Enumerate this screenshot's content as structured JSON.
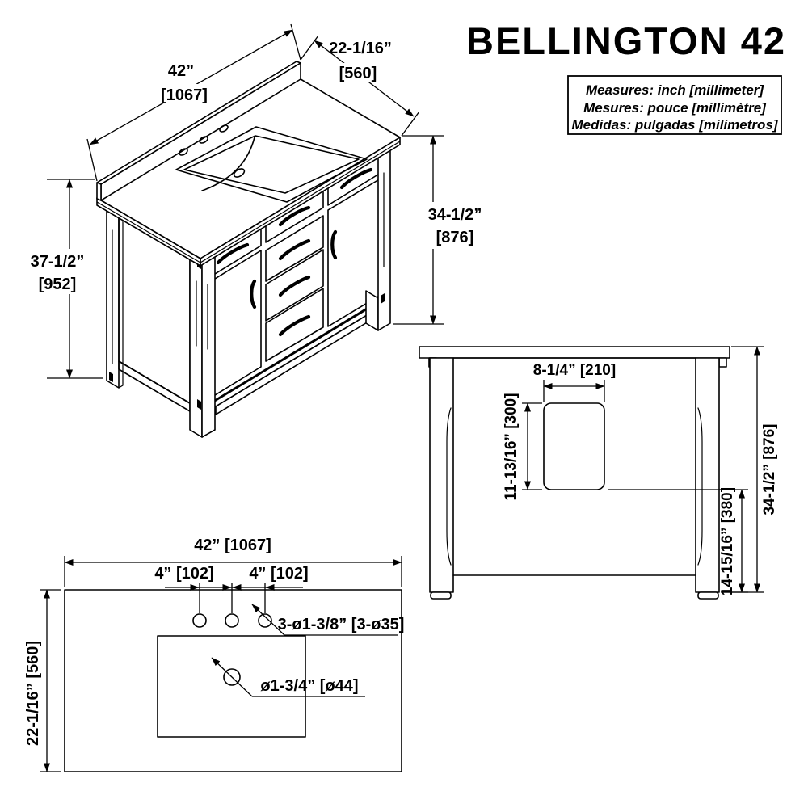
{
  "title": "BELLINGTON 42",
  "legend": {
    "lines": [
      "Measures: inch [millimeter]",
      "Mesures: pouce [millimètre]",
      "Medidas: pulgadas [milímetros]"
    ]
  },
  "iso_view": {
    "width_in": "42”",
    "width_mm": "[1067]",
    "depth_in": "22-1/16”",
    "depth_mm": "[560]",
    "total_height_in": "37-1/2”",
    "total_height_mm": "[952]",
    "counter_height_in": "34-1/2”",
    "counter_height_mm": "[876]"
  },
  "back_view": {
    "cutout_width": "8-1/4” [210]",
    "cutout_height": "11-13/16” [300]",
    "cutout_bottom_height": "14-15/16” [380]",
    "overall_height": "34-1/2” [876]"
  },
  "top_view": {
    "width": "42” [1067]",
    "hole_spacing_left": "4” [102]",
    "hole_spacing_right": "4” [102]",
    "faucet_holes": "3-ø1-3/8” [3-ø35]",
    "drain_hole": "ø1-3/4” [ø44]",
    "depth": "22-1/16” [560]"
  },
  "colors": {
    "line": "#000000",
    "background": "#ffffff"
  }
}
